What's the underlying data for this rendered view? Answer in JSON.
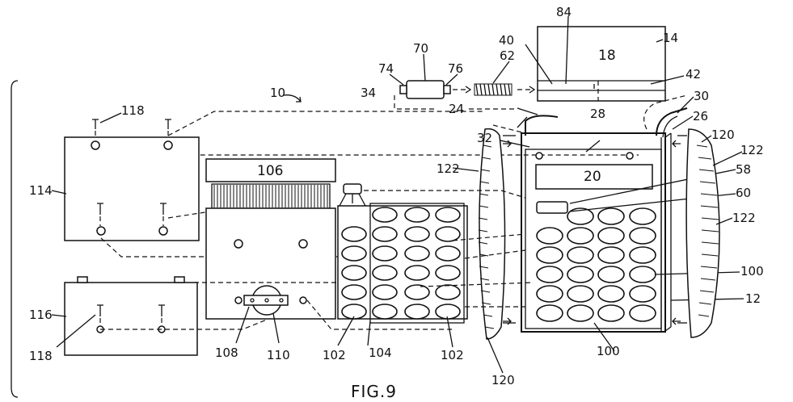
{
  "figure": {
    "caption": "FIG.9",
    "labels": {
      "l84": "84",
      "l14": "14",
      "l18": "18",
      "l40": "40",
      "l42": "42",
      "l74": "74",
      "l70": "70",
      "l76": "76",
      "l62": "62",
      "l30": "30",
      "l10": "10",
      "l34": "34",
      "l24": "24",
      "l28": "28",
      "l26": "26",
      "l120a": "120",
      "l118a": "118",
      "l32": "32",
      "l122a": "122",
      "l122b": "122",
      "l106": "106",
      "l20": "20",
      "l58": "58",
      "l114": "114",
      "l60": "60",
      "l122c": "122",
      "l100a": "100",
      "l116": "116",
      "l12": "12",
      "l118b": "118",
      "l108": "108",
      "l110": "110",
      "l102a": "102",
      "l104": "104",
      "l102b": "102",
      "l100b": "100",
      "l120b": "120"
    }
  }
}
